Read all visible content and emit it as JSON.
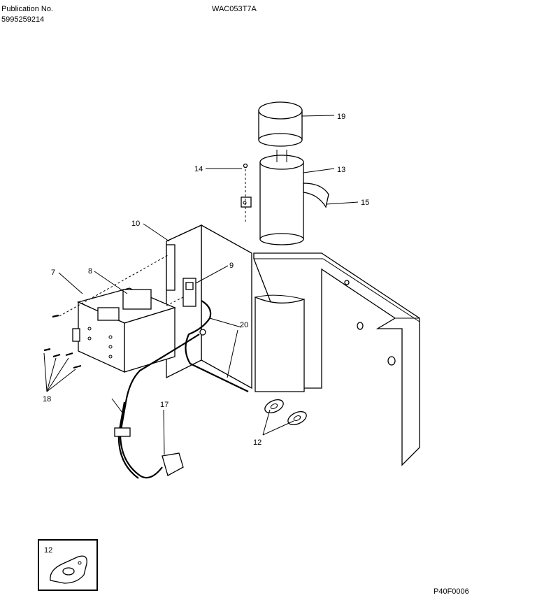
{
  "header": {
    "publication_label": "Publication No.",
    "publication_number": "5995259214",
    "model": "WAC053T7A"
  },
  "footer": {
    "figure_code": "P40F0006"
  },
  "callouts": {
    "c19": "19",
    "c14": "14",
    "c13": "13",
    "c15": "15",
    "c10": "10",
    "c9": "9",
    "c7": "7",
    "c8": "8",
    "c20": "20",
    "c18": "18",
    "c17": "17",
    "c12": "12",
    "inset12": "12"
  }
}
